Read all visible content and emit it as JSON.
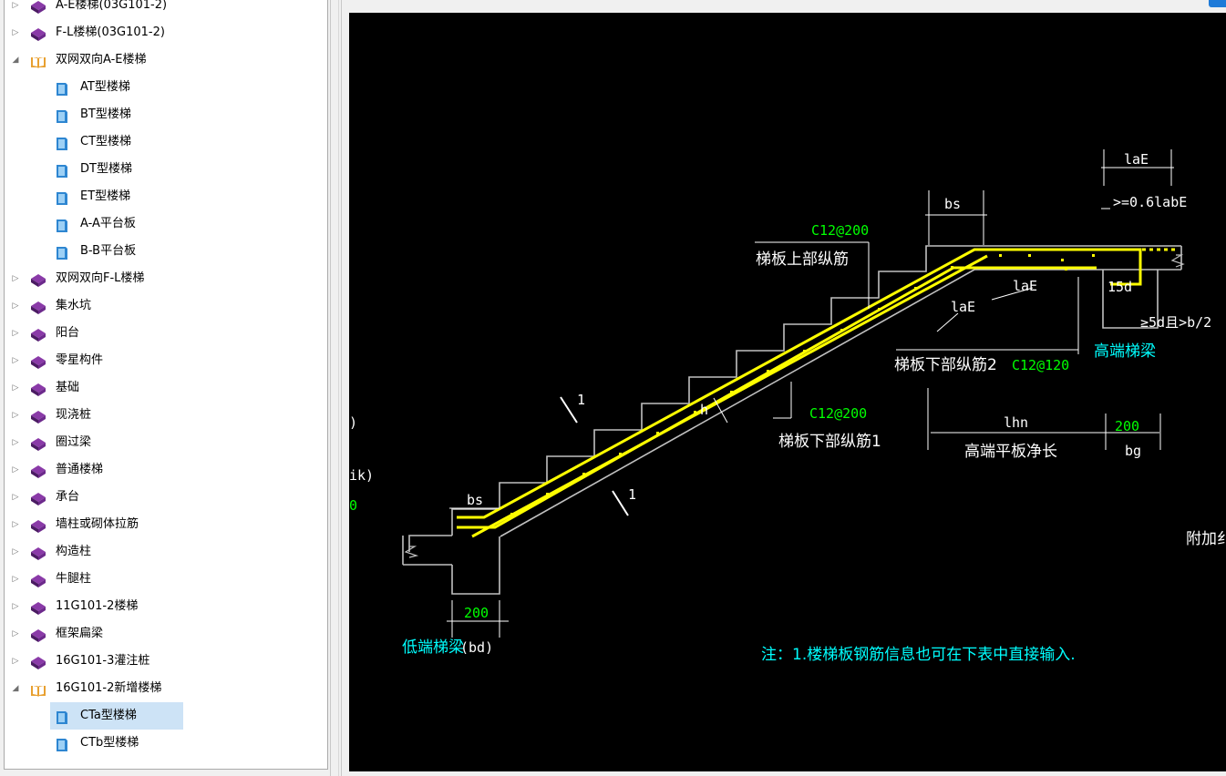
{
  "tree": {
    "items": [
      {
        "label": "A-E楼梯(03G101-2)",
        "level": 0,
        "expanded": false,
        "kind": "book"
      },
      {
        "label": "F-L楼梯(03G101-2)",
        "level": 0,
        "expanded": false,
        "kind": "book"
      },
      {
        "label": "双网双向A-E楼梯",
        "level": 0,
        "expanded": true,
        "kind": "openbook"
      },
      {
        "label": "AT型楼梯",
        "level": 1,
        "kind": "page"
      },
      {
        "label": "BT型楼梯",
        "level": 1,
        "kind": "page"
      },
      {
        "label": "CT型楼梯",
        "level": 1,
        "kind": "page"
      },
      {
        "label": "DT型楼梯",
        "level": 1,
        "kind": "page"
      },
      {
        "label": "ET型楼梯",
        "level": 1,
        "kind": "page"
      },
      {
        "label": "A-A平台板",
        "level": 1,
        "kind": "page"
      },
      {
        "label": "B-B平台板",
        "level": 1,
        "kind": "page"
      },
      {
        "label": "双网双向F-L楼梯",
        "level": 0,
        "expanded": false,
        "kind": "book"
      },
      {
        "label": "集水坑",
        "level": 0,
        "expanded": false,
        "kind": "book"
      },
      {
        "label": "阳台",
        "level": 0,
        "expanded": false,
        "kind": "book"
      },
      {
        "label": "零星构件",
        "level": 0,
        "expanded": false,
        "kind": "book"
      },
      {
        "label": "基础",
        "level": 0,
        "expanded": false,
        "kind": "book"
      },
      {
        "label": "现浇桩",
        "level": 0,
        "expanded": false,
        "kind": "book"
      },
      {
        "label": "圈过梁",
        "level": 0,
        "expanded": false,
        "kind": "book"
      },
      {
        "label": "普通楼梯",
        "level": 0,
        "expanded": false,
        "kind": "book"
      },
      {
        "label": "承台",
        "level": 0,
        "expanded": false,
        "kind": "book"
      },
      {
        "label": "墙柱或砌体拉筋",
        "level": 0,
        "expanded": false,
        "kind": "book"
      },
      {
        "label": "构造柱",
        "level": 0,
        "expanded": false,
        "kind": "book"
      },
      {
        "label": "牛腿柱",
        "level": 0,
        "expanded": false,
        "kind": "book"
      },
      {
        "label": "11G101-2楼梯",
        "level": 0,
        "expanded": false,
        "kind": "book"
      },
      {
        "label": "框架扁梁",
        "level": 0,
        "expanded": false,
        "kind": "book"
      },
      {
        "label": "16G101-3灌注桩",
        "level": 0,
        "expanded": false,
        "kind": "book"
      },
      {
        "label": "16G101-2新增楼梯",
        "level": 0,
        "expanded": true,
        "kind": "openbook"
      },
      {
        "label": "CTa型楼梯",
        "level": 1,
        "kind": "page",
        "selected": true
      },
      {
        "label": "CTb型楼梯",
        "level": 1,
        "kind": "page"
      }
    ]
  },
  "drawing": {
    "labels": {
      "laE_top": "laE",
      "lab_min": ">=0.6labE",
      "bs_top": "bs",
      "upper_rebar_spec": "C12@200",
      "upper_rebar": "梯板上部纵筋",
      "laE_a": "laE",
      "laE_b": "laE",
      "d15": "15d",
      "ge5d": "≥5d且>b/2",
      "high_beam": "高端梯梁",
      "lower_rebar2": "梯板下部纵筋2",
      "lower_rebar2_spec": "C12@120",
      "lower_rebar1_spec": "C12@200",
      "lower_rebar1": "梯板下部纵筋1",
      "lhn": "lhn",
      "high_slab_len": "高端平板净长",
      "bg_value": "200",
      "bg": "bg",
      "h": "h",
      "bs_low": "bs",
      "bd_value": "200",
      "low_beam": "低端梯梁",
      "bd": "(bd)",
      "extra": "附加纟",
      "note": "注：1.楼梯板钢筋信息也可在下表中直接输入.",
      "left_frag1": ")",
      "left_frag2": "ik)",
      "left_frag3": "0",
      "slope_mark1": "1",
      "slope_mark2": "1"
    },
    "colors": {
      "background": "#000000",
      "structure": "#c0c0c0",
      "rebar": "#ffff00",
      "dim": "#ffffff",
      "spec_green": "#00ff00",
      "cyan": "#00ffff"
    }
  }
}
